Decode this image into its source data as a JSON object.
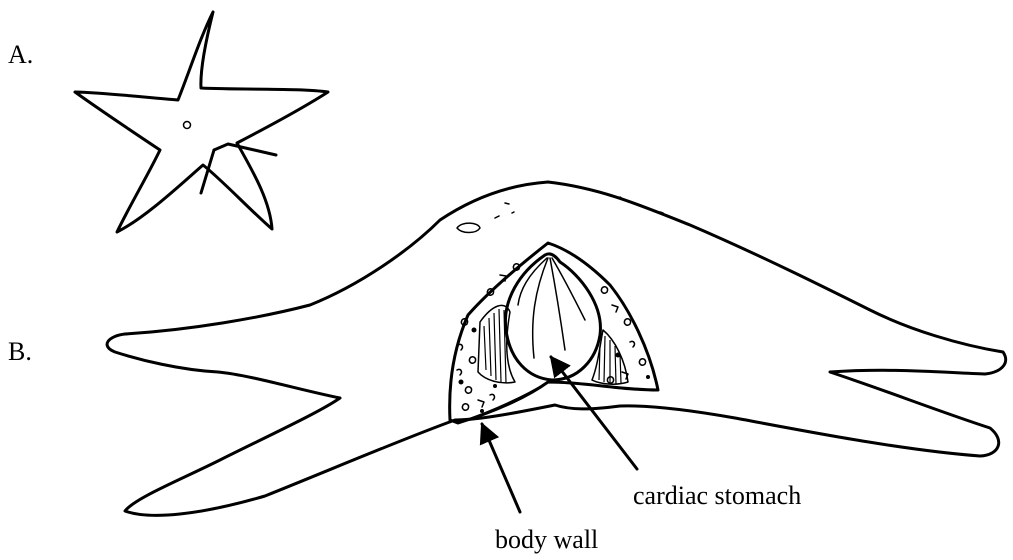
{
  "panels": [
    {
      "id": "A",
      "label": "A."
    },
    {
      "id": "B",
      "label": "B."
    }
  ],
  "annotations": {
    "stomach": "cardiac stomach",
    "wall": "body wall"
  }
}
